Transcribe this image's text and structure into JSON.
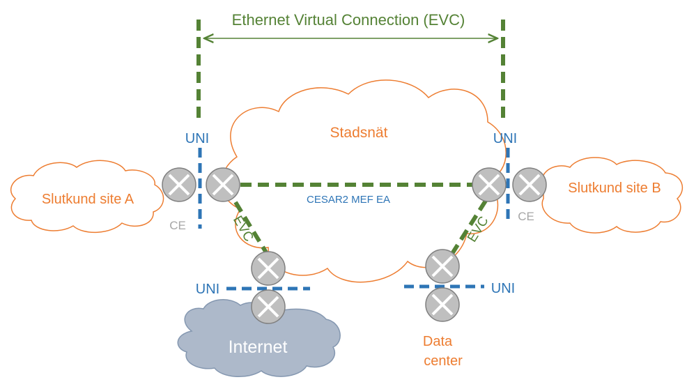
{
  "labels": {
    "evc_top": "Ethernet Virtual Connection (EVC)",
    "stadsnat": "Stadsnät",
    "site_a": "Slutkund site A",
    "site_b": "Slutkund site B",
    "mef": "CESAR2 MEF EA",
    "uni_a": "UNI",
    "uni_b": "UNI",
    "uni_internet": "UNI",
    "uni_dc": "UNI",
    "ce_a": "CE",
    "ce_b": "CE",
    "evc_left": "EVC",
    "evc_right": "EVC",
    "internet": "Internet",
    "dc_line1": "Data",
    "dc_line2": "center"
  },
  "colors": {
    "orange": "#ED7D31",
    "green": "#548235",
    "blue": "#2E75B6",
    "grey_text": "#A6A6A6",
    "node_fill": "#BFBFBF",
    "node_stroke": "#7F7F7F",
    "internet_fill": "#ADB9CA",
    "internet_stroke": "#8497B0"
  }
}
